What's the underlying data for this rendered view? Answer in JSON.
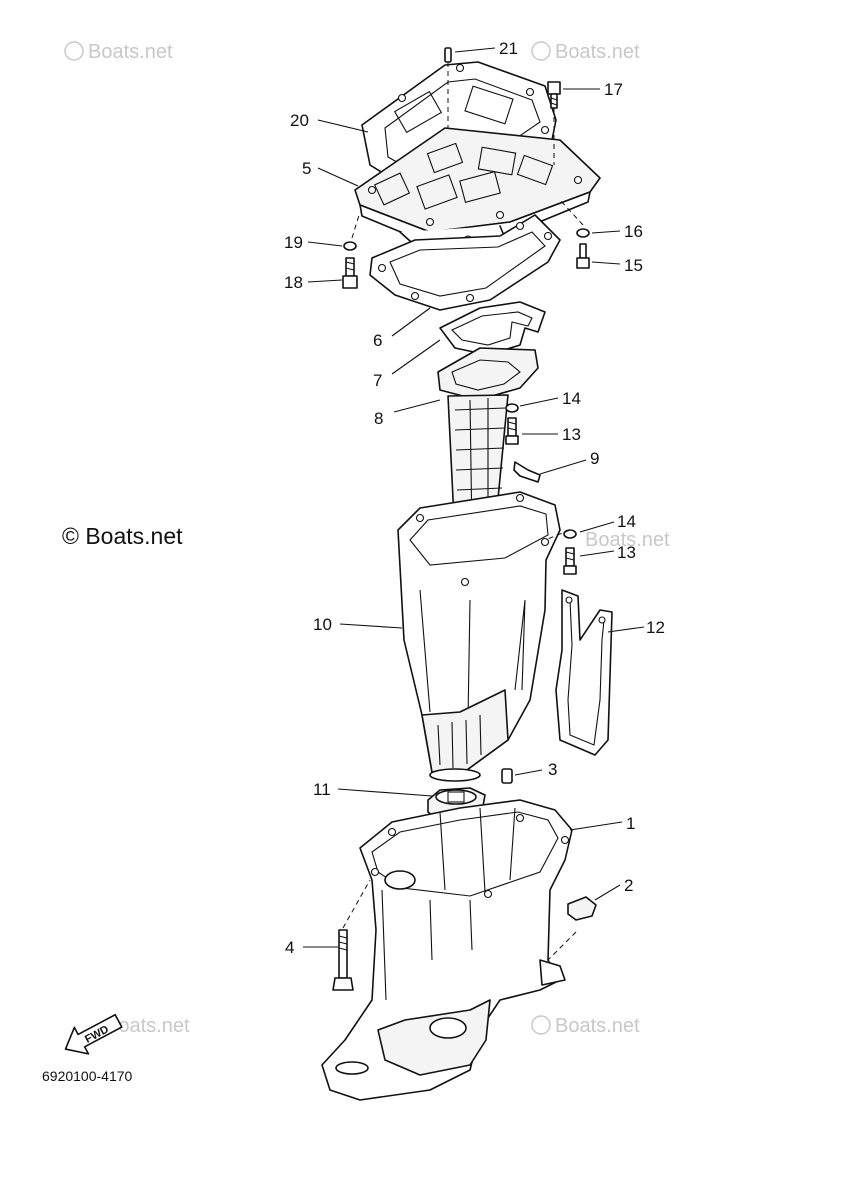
{
  "watermark_text": "Boats.net",
  "copyright_text": "© Boats.net",
  "catalog_number": "6920100-4170",
  "direction_arrow_label": "FWD",
  "callouts": [
    "1",
    "2",
    "3",
    "4",
    "5",
    "6",
    "7",
    "8",
    "9",
    "10",
    "11",
    "12",
    "13",
    "14",
    "15",
    "16",
    "17",
    "18",
    "19",
    "20",
    "21",
    "14",
    "13"
  ],
  "colors": {
    "line": "#111111",
    "watermark": "#c8c8c8",
    "background": "#ffffff"
  }
}
